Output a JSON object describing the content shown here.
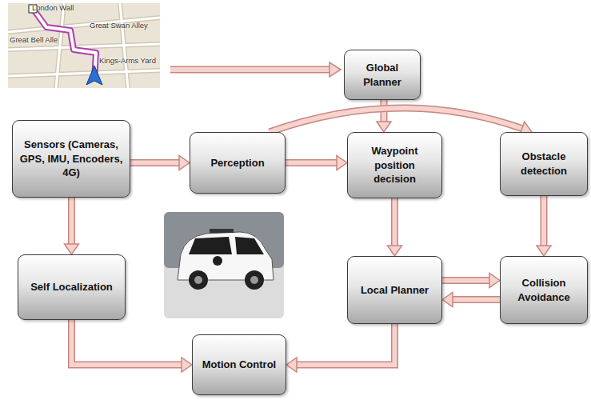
{
  "diagram": {
    "nodes": [
      {
        "text": [
          "Global Planner"
        ]
      },
      {
        "text": [
          "Sensors (Cameras, GPS, IMU, Encoders, 4G)"
        ]
      },
      {
        "text": [
          "Perception"
        ]
      },
      {
        "text": [
          "Waypoint position decision"
        ]
      },
      {
        "text": [
          "Obstacle detection"
        ]
      },
      {
        "text": [
          "Self Localization"
        ]
      },
      {
        "text": [
          "Local Planner"
        ]
      },
      {
        "text": [
          "Collision Avoidance"
        ]
      },
      {
        "text": [
          "Motion Control"
        ]
      }
    ],
    "edges": [
      {
        "from": 0,
        "to": 3,
        "arrow": "to"
      },
      {
        "from": 1,
        "to": 2,
        "arrow": "to"
      },
      {
        "from": 2,
        "to": 3,
        "arrow": "to"
      },
      {
        "from": 2,
        "to": 4,
        "arrow": "to"
      },
      {
        "from": 1,
        "to": 5,
        "arrow": "to"
      },
      {
        "from": 3,
        "to": 6,
        "arrow": "to"
      },
      {
        "from": 4,
        "to": 7,
        "arrow": "to"
      },
      {
        "from": 6,
        "to": 7,
        "arrow": "to"
      },
      {
        "from": 7,
        "to": 6,
        "arrow": "to"
      },
      {
        "from": 5,
        "to": 8,
        "arrow": "to"
      },
      {
        "from": 6,
        "to": 8,
        "arrow": "to"
      }
    ],
    "labels": [
      "London Wall",
      "Great Swan Alley",
      "Great Bell Alle",
      "Kings-Arms Yard"
    ]
  }
}
